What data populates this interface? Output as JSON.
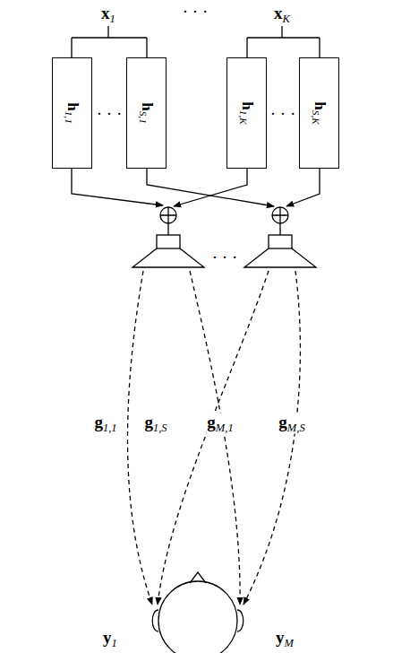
{
  "diagram": {
    "nodes": [
      {
        "text": [
          "h1,1"
        ]
      },
      {
        "text": [
          "hS,1"
        ]
      },
      {
        "text": [
          "h1,K"
        ]
      },
      {
        "text": [
          "hS,K"
        ]
      }
    ],
    "labels": [
      "x1",
      "· · ·",
      "xK",
      "· · ·",
      "· · ·",
      "· · ·",
      "g1,1",
      "g1,S",
      "gM,1",
      "gM,S",
      "y1",
      "yM"
    ]
  }
}
